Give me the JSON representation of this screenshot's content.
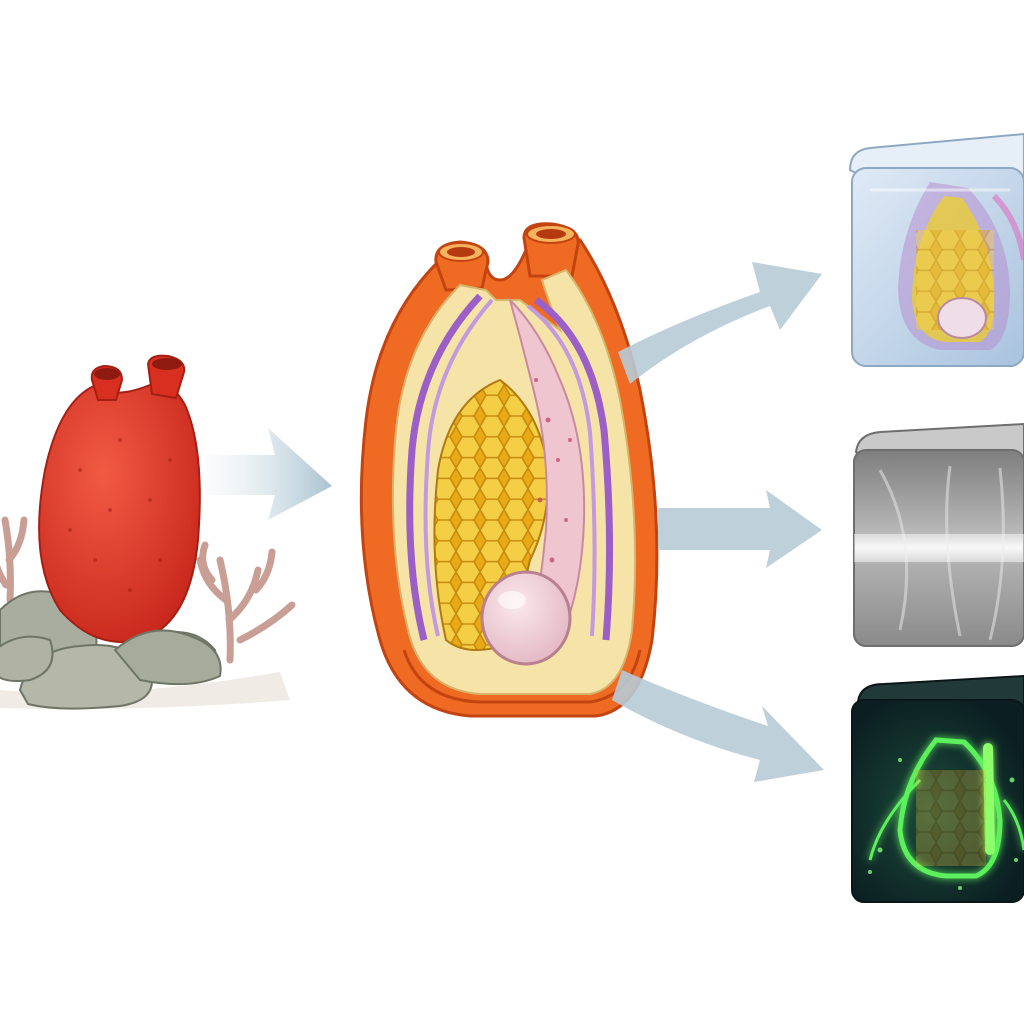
{
  "diagram": {
    "nodes": [
      {
        "id": "whole-organism",
        "kind": "illustration"
      },
      {
        "id": "cross-section",
        "kind": "illustration"
      },
      {
        "id": "cleared-volume",
        "kind": "imaging-panel"
      },
      {
        "id": "xray-volume",
        "kind": "imaging-panel"
      },
      {
        "id": "fluorescence-volume",
        "kind": "imaging-panel"
      }
    ],
    "edges": [
      {
        "from": "whole-organism",
        "to": "cross-section"
      },
      {
        "from": "cross-section",
        "to": "cleared-volume"
      },
      {
        "from": "cross-section",
        "to": "xray-volume"
      },
      {
        "from": "cross-section",
        "to": "fluorescence-volume"
      }
    ],
    "colors": {
      "organism_red": "#e03a2a",
      "wall_orange": "#ef6a22",
      "inner_cream": "#f6e3a8",
      "membrane_purple": "#9b5fc7",
      "honeycomb_yellow": "#e9b41f",
      "egg_pink": "#f1d3d8",
      "arrow_blue": "#b7cbd6",
      "glass_blue": "#c9dcef",
      "xray_gray": "#9a9a9a",
      "fluor_green": "#5cf05c",
      "fluor_bg": "#0f2a2a"
    }
  }
}
